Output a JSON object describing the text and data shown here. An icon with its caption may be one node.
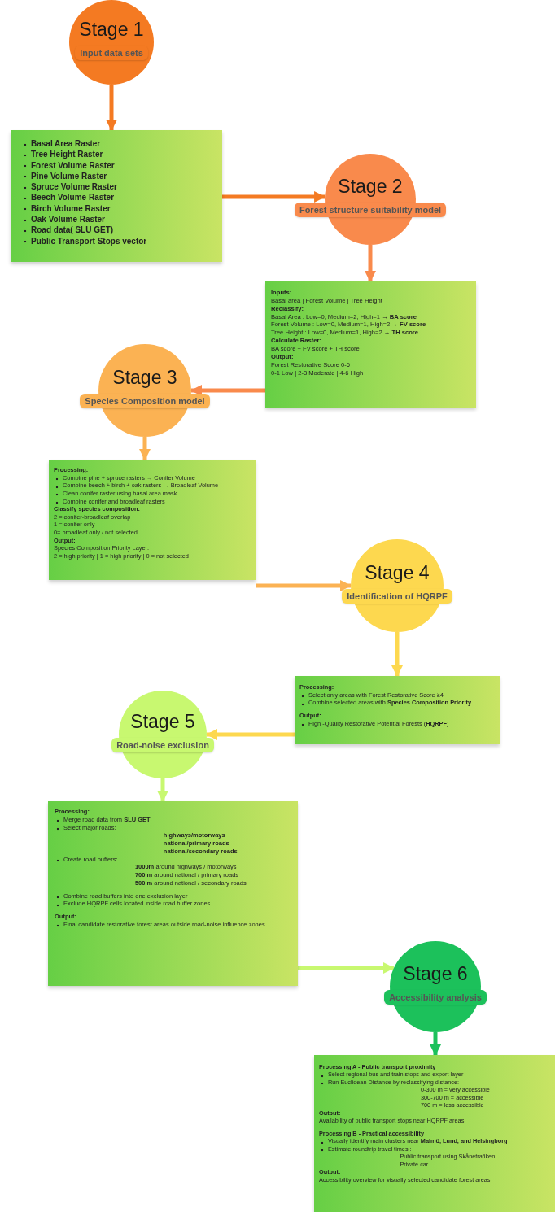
{
  "diagram": {
    "nodes": [
      {
        "text": [
          "Stage 1",
          "Input data sets"
        ]
      },
      {
        "text": [
          "Basal Area Raster",
          "Tree Height Raster",
          "Forest Volume Raster",
          "Pine Volume Raster",
          "Spruce Volume Raster",
          "Beech Volume Raster",
          "Birch Volume Raster",
          "Oak Volume Raster",
          "Road data( SLU GET)",
          "Public Transport Stops vector"
        ]
      },
      {
        "text": [
          "Stage 2",
          "Forest structure suitability model"
        ]
      },
      {
        "text": [
          "Inputs:",
          "Basal area | Forest Volume | Tree Height",
          "Reclassify:",
          "Basal Area : Low=0, Medium=2, High=1 → **BA score**",
          "Forest Volume : Low=0, Medium=1, High=2 → **FV score**",
          "Tree Height : Low=0, Medium=1, High=2 → **TH score**",
          "Calculate Raster:",
          "BA score + FV score + TH score",
          "Output:",
          "Forest Restorative Score 0-6",
          "0-1 Low | 2-3 Moderate | 4-6 High"
        ]
      },
      {
        "text": [
          "Stage 3",
          "Species Composition model"
        ]
      },
      {
        "text": [
          "Processing:",
          "Combine pine + spruce rasters → Conifer Volume",
          "Combine beech + birch + oak rasters → Broadleaf Volume",
          "Clean conifer raster using basal area mask",
          "Combine conifer and broadleaf rasters",
          "Classify species composition:",
          "2 = conifer-broadleaf overlap",
          "1 = conifer only",
          "0= broadleaf only / not selected",
          "Output:",
          "Species Composition Priority Layer:",
          "2 = high priority | 1 = high priority | 0 = not selected"
        ]
      },
      {
        "text": [
          "Stage 4",
          "Identification of HQRPF"
        ]
      },
      {
        "text": [
          "Processing:",
          "Select only areas with Forest Restorative Score ≥4",
          "Combine selected areas with **Species Composition Priority**",
          "Output:",
          "High -Quality Restorative Potential Forests (**HQRPF**)"
        ]
      },
      {
        "text": [
          "Stage 5",
          "Road-noise exclusion"
        ]
      },
      {
        "text": [
          "Processing:",
          "Merge road data from **SLU GET**",
          "Select major roads:",
          "highways/motorways",
          "national/primary roads",
          "national/secondary roads",
          "Create road buffers:",
          "**1000m** around highways / motorways",
          "**700 m** around national / primary roads",
          "**500 m** around national / secondary roads",
          "Combine road buffers into one exclusion layer",
          "Exclude HQRPF cells located inside road buffer zones",
          "Output:",
          "Final candidate restorative forest areas outside road-noise influence zones"
        ]
      },
      {
        "text": [
          "Stage 6",
          "Accessibility analysis"
        ]
      },
      {
        "text": [
          "Processing A - Public transport proximity",
          "Select regional bus and train stops and export layer",
          "Run Euclidean Distance by reclassifying distance:",
          "0-300 m = very accessible",
          "300-700 m = accessible",
          "700 m = less accessible",
          "Output:",
          "Availability of public transport stops near HQRPF areas",
          "Processing B - Practical accessibility",
          "Visually identify main clusters near **Malmö, Lund, and Helsingborg**",
          "Estimate roundtrip travel times :",
          "Public transport using Skånetrafiken",
          "Private car",
          "Output:",
          "Accessibility overview for visually selected candidate forest areas"
        ]
      }
    ],
    "edges": [
      {
        "from": 0,
        "to": 1,
        "arrow": "to",
        "color": "#f47a22"
      },
      {
        "from": 1,
        "to": 2,
        "arrow": "to",
        "color": "#f47a22"
      },
      {
        "from": 2,
        "to": 3,
        "arrow": "to",
        "color": "#f98a4c"
      },
      {
        "from": 3,
        "to": 4,
        "arrow": "to",
        "color": "#f98a4c"
      },
      {
        "from": 4,
        "to": 5,
        "arrow": "to",
        "color": "#fbb253"
      },
      {
        "from": 5,
        "to": 6,
        "arrow": "to",
        "color": "#fbb253"
      },
      {
        "from": 6,
        "to": 7,
        "arrow": "to",
        "color": "#fdd84f"
      },
      {
        "from": 7,
        "to": 8,
        "arrow": "to",
        "color": "#fdd84f"
      },
      {
        "from": 8,
        "to": 9,
        "arrow": "to",
        "color": "#c8f870"
      },
      {
        "from": 9,
        "to": 10,
        "arrow": "to",
        "color": "#c8f870"
      },
      {
        "from": 10,
        "to": 11,
        "arrow": "to",
        "color": "#1cc15b"
      }
    ]
  }
}
